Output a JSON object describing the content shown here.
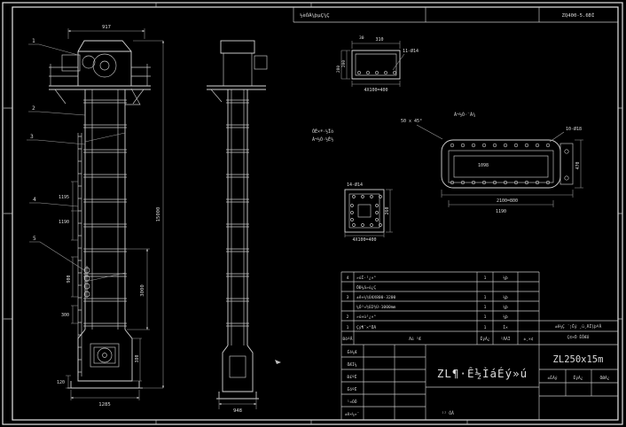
{
  "canvas": {
    "bg": "#000000",
    "line": "#d6d6d6",
    "dim_line": "#9f9f9f",
    "text": "#dcdcdc"
  },
  "top_strip": {
    "left_label": "½èÓÃ¼þµÇ¼Ç",
    "code": "ZQ400-5.6ÐÍ"
  },
  "front_view": {
    "balloons": [
      "1",
      "2",
      "3",
      "4",
      "5"
    ],
    "dim_width_top": "917",
    "dim_total_height": "15000",
    "dim_section": "3000",
    "dim_a": "1195",
    "dim_b": "1190",
    "dim_c": "900",
    "dim_d": "300",
    "dim_e": "120",
    "dim_base_width": "1285",
    "dim_boot": "380"
  },
  "side_view": {
    "dim_base_width": "948"
  },
  "detail_a": {
    "dim_30": "30",
    "dim_width": "310",
    "holes": "11-Ø14",
    "dim_pitch": "4X100=400",
    "dim_h1": "200",
    "dim_h2": "280"
  },
  "detail_b": {
    "label": "Á¬½Ó·¨À¼",
    "chamfer": "50 x 45°",
    "holes": "10-Ø18",
    "dim_inner": "1098",
    "dim_pitch": "2100=800",
    "dim_width": "1190",
    "dim_height": "470"
  },
  "detail_c": {
    "holes": "14-Ø14",
    "dim_pitch": "4X100=400",
    "dim_height": "260"
  },
  "notes": {
    "line1": "ÔË×ª·½Ïò",
    "line2": "Á¬½Ó·½Ê½"
  },
  "bom": {
    "header": {
      "no": "ÐòºÅ",
      "name": "Ãû    ³Æ",
      "qty": "ÊýÁ¿",
      "material": "²ÄÁÏ",
      "remark": "±¸×¢"
    },
    "rows": [
      {
        "no": "4",
        "name": "»úÍ·²¿×°",
        "qty": "1",
        "material": "¼þ"
      },
      {
        "no": "",
        "name": "ÖÐ¼ä»ú¿Ç",
        "qty": "",
        "material": ""
      },
      {
        "no": "3",
        "name": "±ê×¼½Ú4X800-3200",
        "qty": "1",
        "material": "¼þ"
      },
      {
        "no": "",
        "name": "¼Ó³¤½Ú2½Ú-1000mm",
        "qty": "1",
        "material": "¼þ"
      },
      {
        "no": "2",
        "name": "»ú×ù²¿×°",
        "qty": "1",
        "material": "¼þ"
      },
      {
        "no": "1",
        "name": "Çý¶¯×°ÖÃ",
        "qty": "1",
        "material": "Ì×"
      }
    ]
  },
  "revision": {
    "line1": "±ê¼Ç ´¦Êý ¸ü¸ÄÎļþºÅ",
    "line2": "Ç©×Ö  ÈÕÆÚ"
  },
  "title_block": {
    "title": "ZL¶·Ê½ÌáÉý»ú",
    "drawing_no": "ZL250x15m",
    "sheet": "¹²  ÕÅ",
    "sign_labels": [
      "Éè¼Æ",
      "ÖÆÍ¼",
      "Ð£ºË",
      "ÉóºË",
      "¹¤ÒÕ",
      "±ê×¼»¯"
    ],
    "right_labels": [
      "±ÈÀý",
      "ÊýÁ¿",
      "ÖØÁ¿"
    ]
  }
}
